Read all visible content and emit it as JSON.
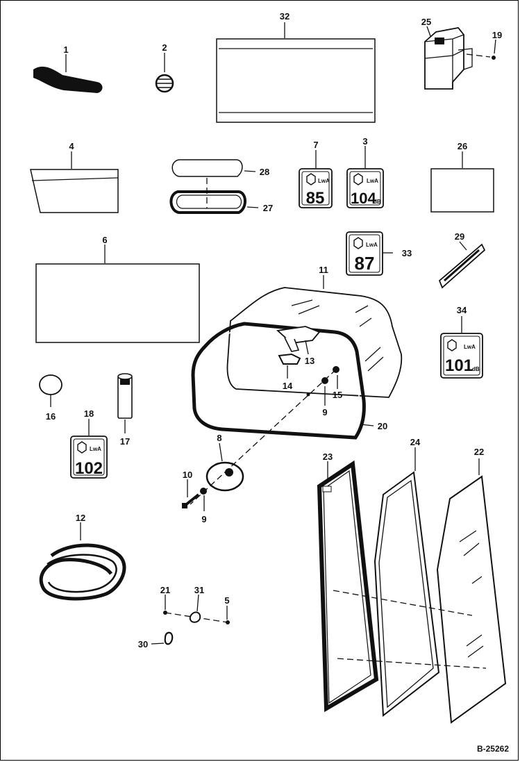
{
  "diagram": {
    "reference": "B-25262",
    "callouts": [
      {
        "id": "c1",
        "text": "1"
      },
      {
        "id": "c2",
        "text": "2"
      },
      {
        "id": "c3",
        "text": "3"
      },
      {
        "id": "c4",
        "text": "4"
      },
      {
        "id": "c5",
        "text": "5"
      },
      {
        "id": "c6",
        "text": "6"
      },
      {
        "id": "c7",
        "text": "7"
      },
      {
        "id": "c8",
        "text": "8"
      },
      {
        "id": "c9a",
        "text": "9"
      },
      {
        "id": "c9b",
        "text": "9"
      },
      {
        "id": "c10",
        "text": "10"
      },
      {
        "id": "c11",
        "text": "11"
      },
      {
        "id": "c12",
        "text": "12"
      },
      {
        "id": "c13",
        "text": "13"
      },
      {
        "id": "c14",
        "text": "14"
      },
      {
        "id": "c15",
        "text": "15"
      },
      {
        "id": "c16",
        "text": "16"
      },
      {
        "id": "c17",
        "text": "17"
      },
      {
        "id": "c18",
        "text": "18"
      },
      {
        "id": "c19",
        "text": "19"
      },
      {
        "id": "c20",
        "text": "20"
      },
      {
        "id": "c21",
        "text": "21"
      },
      {
        "id": "c22",
        "text": "22"
      },
      {
        "id": "c23",
        "text": "23"
      },
      {
        "id": "c24",
        "text": "24"
      },
      {
        "id": "c25",
        "text": "25"
      },
      {
        "id": "c26",
        "text": "26"
      },
      {
        "id": "c27",
        "text": "27"
      },
      {
        "id": "c28",
        "text": "28"
      },
      {
        "id": "c29",
        "text": "29"
      },
      {
        "id": "c30",
        "text": "30"
      },
      {
        "id": "c31",
        "text": "31"
      },
      {
        "id": "c32",
        "text": "32"
      },
      {
        "id": "c33",
        "text": "33"
      },
      {
        "id": "c34",
        "text": "34"
      }
    ],
    "decals": [
      {
        "id": "d7",
        "value": "85",
        "unit": "",
        "lwa": "LwA"
      },
      {
        "id": "d3",
        "value": "104",
        "unit": "dB",
        "lwa": "LwA"
      },
      {
        "id": "d33",
        "value": "87",
        "unit": "",
        "lwa": "LwA"
      },
      {
        "id": "d34",
        "value": "101",
        "unit": "dB",
        "lwa": "LwA"
      },
      {
        "id": "d18",
        "value": "102",
        "unit": "",
        "lwa": "LwA"
      }
    ]
  }
}
